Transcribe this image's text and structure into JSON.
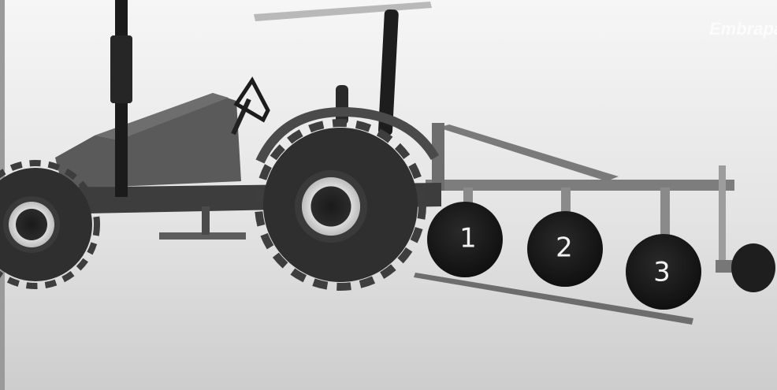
{
  "watermark": {
    "text": "Embrapa"
  },
  "discs": [
    {
      "label": "1"
    },
    {
      "label": "2"
    },
    {
      "label": "3"
    }
  ],
  "colors": {
    "background_top": "#f7f7f7",
    "background_bottom": "#cfcfcf",
    "tractor_body": "#555555",
    "tire": "#2e2e2e",
    "disc": "#1c1c1c",
    "frame": "#7a7a7a"
  }
}
